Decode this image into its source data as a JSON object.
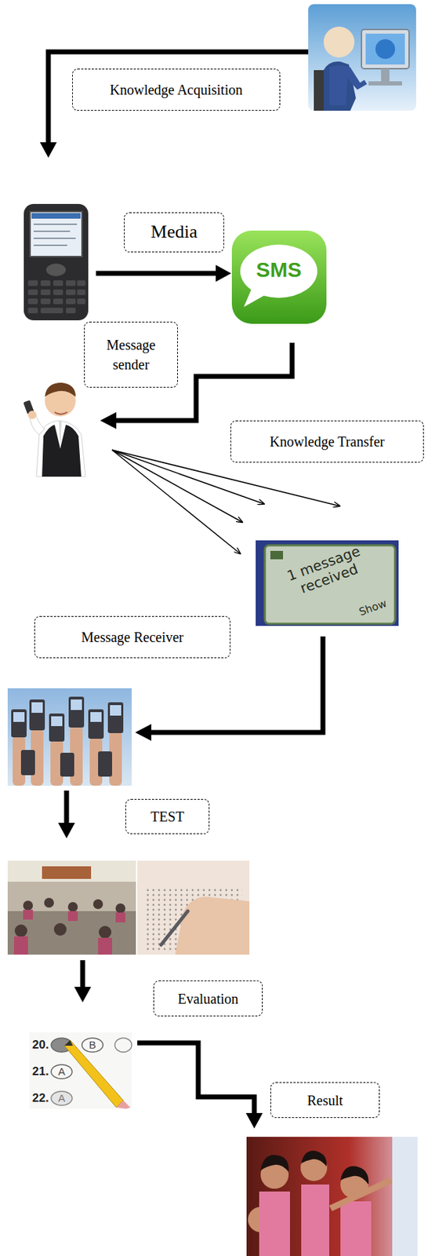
{
  "diagram": {
    "nodes": [
      {
        "text": [
          "Knowledge Acquisition"
        ]
      },
      {
        "text": [
          "Media"
        ]
      },
      {
        "text": [
          "Message sender"
        ]
      },
      {
        "text": [
          "Knowledge Transfer"
        ]
      },
      {
        "text": [
          "Message Receiver"
        ]
      },
      {
        "text": [
          "TEST"
        ]
      },
      {
        "text": [
          "Evaluation"
        ]
      },
      {
        "text": [
          "Result"
        ]
      }
    ],
    "labels": [
      "SMS",
      "1 message received",
      "Show",
      "20.",
      "21.",
      "22.",
      "B",
      "A",
      "A"
    ]
  }
}
